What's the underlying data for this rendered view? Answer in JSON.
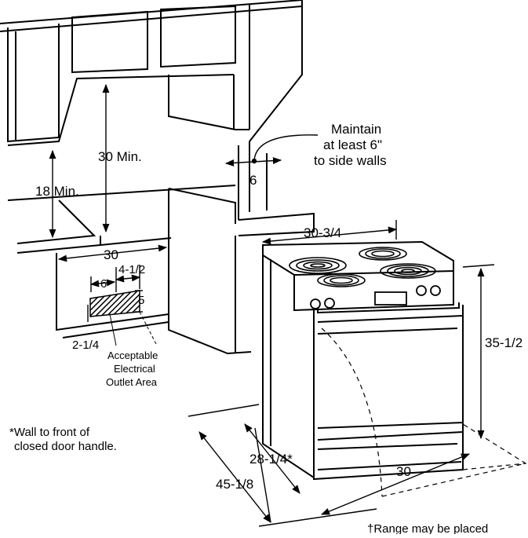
{
  "callout": {
    "line1": "Maintain",
    "line2": "at least 6\"",
    "line3": "to side walls"
  },
  "dimensions": {
    "cabinet_clearance": "30 Min.",
    "counter_height": "18 Min.",
    "side_gap": "6",
    "range_width_top": "30-3/4",
    "cutout_width": "30",
    "outlet_width": "6",
    "outlet_offset": "4-1/2",
    "outlet_height": "5",
    "outlet_from_floor": "2-1/4",
    "range_height": "35-1/2",
    "range_depth": "28-1/4*",
    "range_width_front": "30",
    "total_depth": "45-1/8"
  },
  "outlet_area": {
    "line1": "Acceptable",
    "line2": "Electrical",
    "line3": "Outlet Area"
  },
  "footnote": {
    "line1": "*Wall to front of",
    "line2": "closed door handle."
  },
  "cutoff_note": "†Range may be placed"
}
